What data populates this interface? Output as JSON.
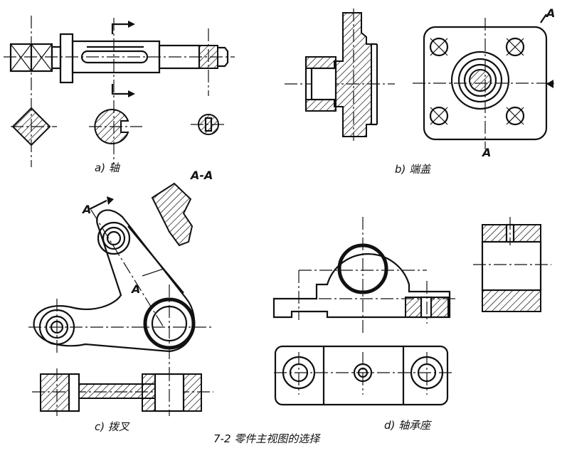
{
  "figure_caption": "7-2 零件主视图的选择",
  "parts": [
    {
      "caption": "a) 轴"
    },
    {
      "caption": "b) 端盖"
    },
    {
      "caption": "c) 拨叉"
    },
    {
      "caption": "d) 轴承座"
    }
  ],
  "section_labels": {
    "b_top": "A",
    "b_bottom": "A",
    "c_section_title": "A-A",
    "c_cut": "A",
    "c_arm": "A"
  }
}
